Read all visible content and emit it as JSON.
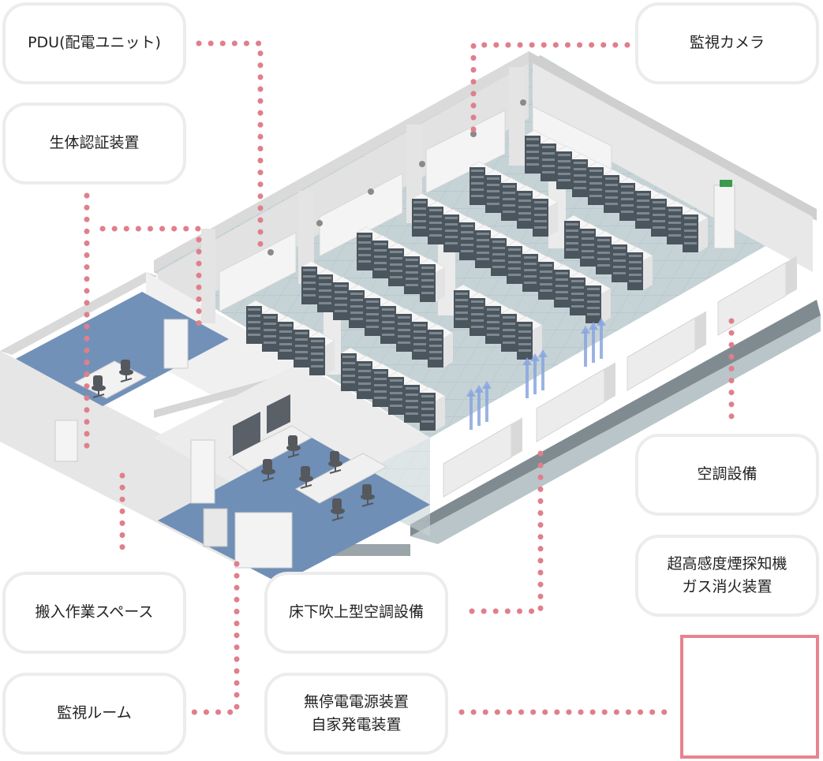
{
  "labels": {
    "pdu": [
      "PDU(配電ユニット)"
    ],
    "biometric": [
      "生体認証装置"
    ],
    "camera": [
      "監視カメラ"
    ],
    "aircon": [
      "空調設備"
    ],
    "smoke": [
      "超高感度煙探知機",
      "ガス消火装置"
    ],
    "loading": [
      "搬入作業スペース"
    ],
    "monitor_room": [
      "監視ルーム"
    ],
    "underfloor": [
      "床下吹上型空調設備"
    ],
    "ups": [
      "無停電電源装置",
      "自家発電装置"
    ]
  },
  "colors": {
    "dots": "#e07f8b",
    "frame": "#e8838f",
    "floor_blue": "#6f8fb6",
    "airflow": "#8aa6df"
  }
}
